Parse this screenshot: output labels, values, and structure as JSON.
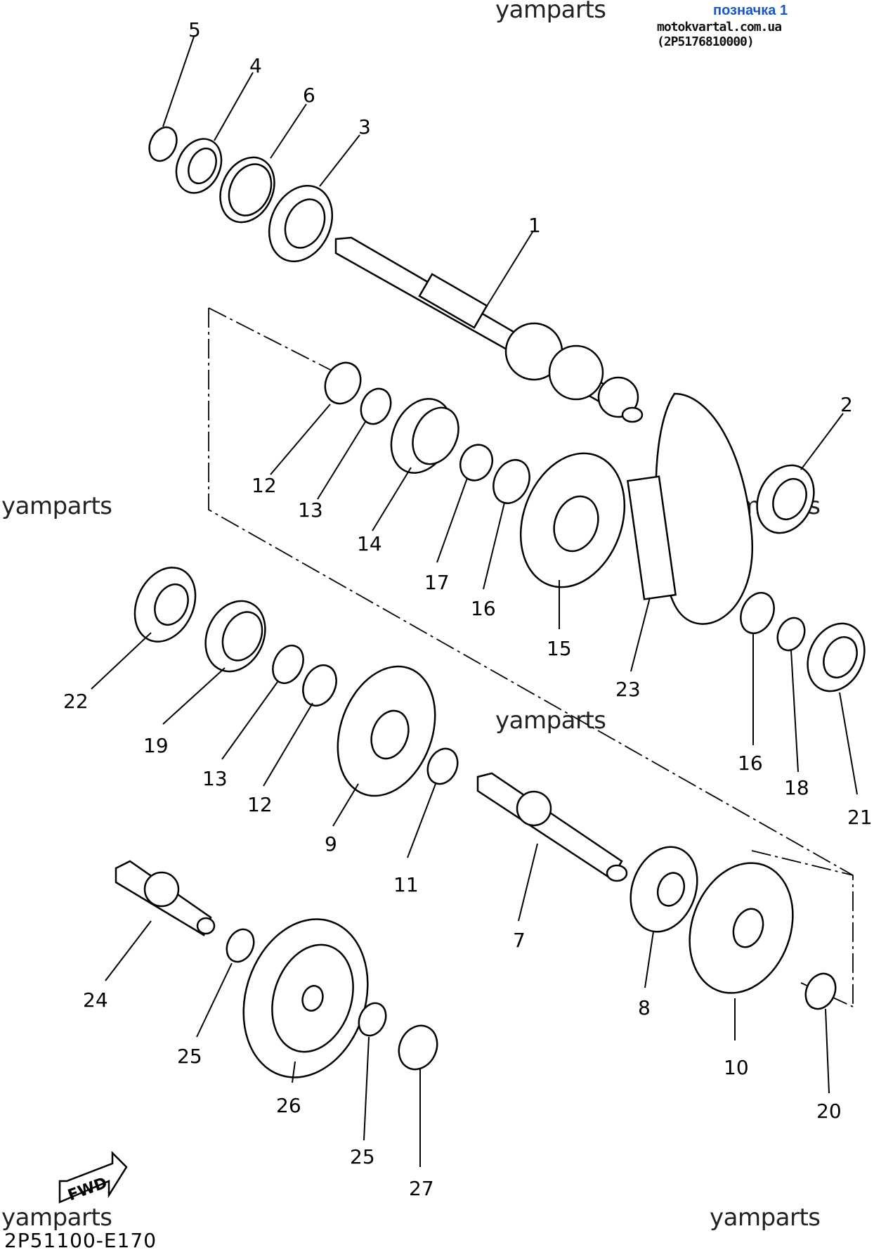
{
  "header": {
    "tag_label": "позначка 1",
    "source": "motokvartal.com.ua (2P5176810000)"
  },
  "watermarks": [
    "yamparts",
    "yamparts",
    "yamparts",
    "yamparts",
    "yamparts",
    "yamparts"
  ],
  "diagram_code": "2P51100-E170",
  "fwd_label": "FWD",
  "callouts": [
    "5",
    "4",
    "6",
    "3",
    "1",
    "2",
    "12",
    "13",
    "14",
    "17",
    "16",
    "15",
    "23",
    "22",
    "19",
    "13",
    "12",
    "16",
    "18",
    "21",
    "9",
    "11",
    "7",
    "8",
    "10",
    "24",
    "25",
    "26",
    "25",
    "27",
    "20"
  ]
}
